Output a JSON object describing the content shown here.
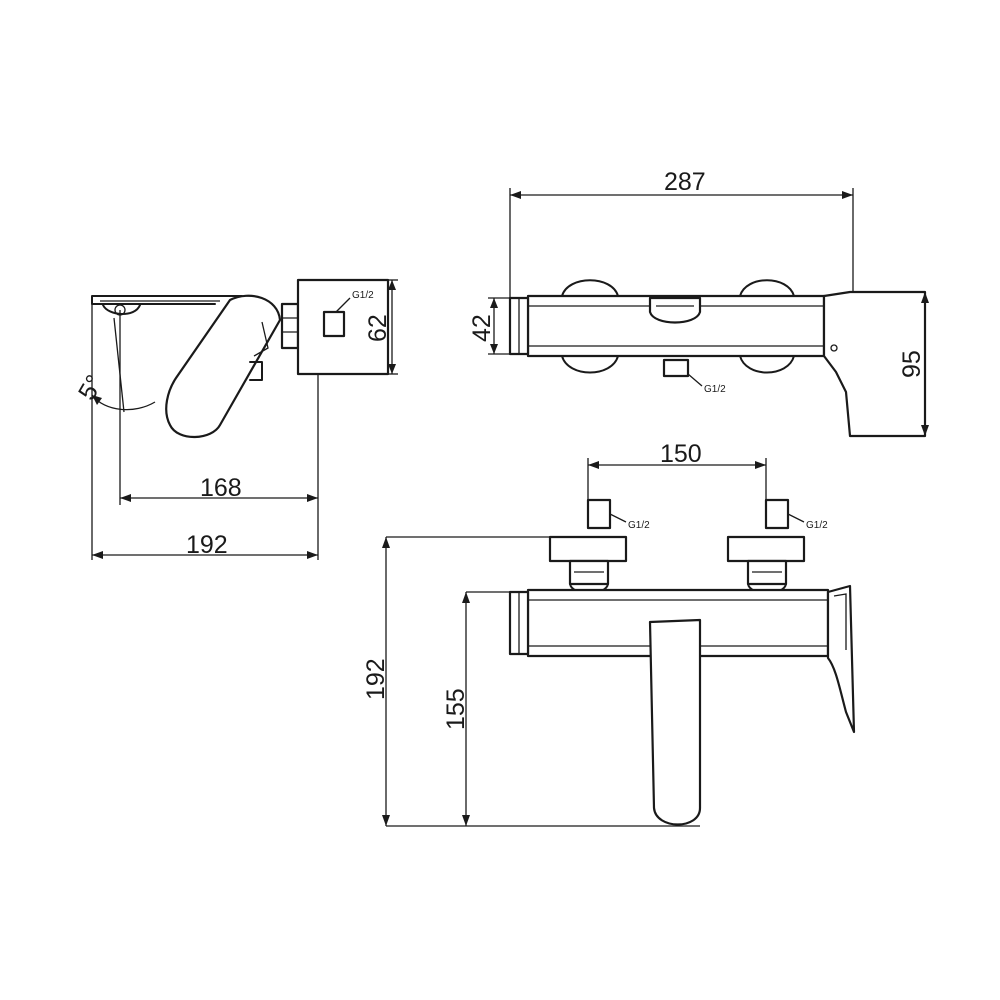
{
  "dimensions": {
    "top_width": "287",
    "top_inlet_height": "42",
    "top_handle_height": "95",
    "side_body_height": "62",
    "side_spout_reach": "168",
    "side_total_depth": "192",
    "side_angle": "5°",
    "front_inlet_spacing": "150",
    "front_total_height": "192",
    "front_spout_height": "155"
  },
  "connections": {
    "top_view": "G1/2",
    "side_view": "G1/2",
    "front_left": "G1/2",
    "front_right": "G1/2"
  }
}
